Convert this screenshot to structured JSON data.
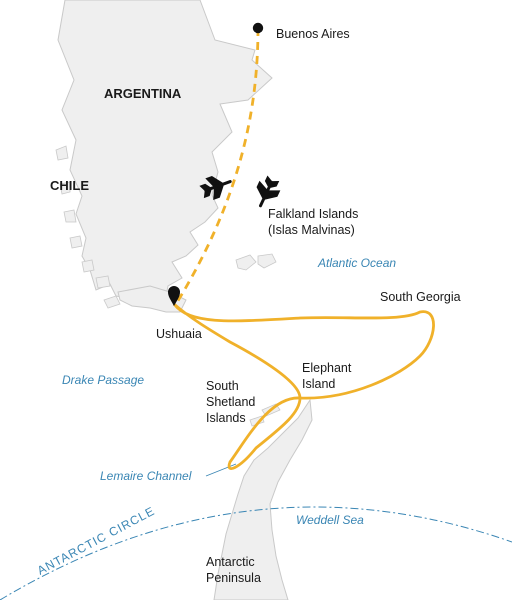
{
  "map": {
    "colors": {
      "land": "#efefef",
      "land_stroke": "#c9c9c9",
      "route": "#f0b12a",
      "water_label": "#3a86b4",
      "marker": "#111111"
    },
    "labels": {
      "buenos_aires": "Buenos Aires",
      "argentina": "ARGENTINA",
      "chile": "CHILE",
      "falkland_line1": "Falkland Islands",
      "falkland_line2": "(Islas Malvinas)",
      "atlantic_ocean": "Atlantic Ocean",
      "south_georgia": "South Georgia",
      "ushuaia": "Ushuaia",
      "elephant_line1": "Elephant",
      "elephant_line2": "Island",
      "drake_passage": "Drake Passage",
      "south_shetland_line1": "South",
      "south_shetland_line2": "Shetland",
      "south_shetland_line3": "Islands",
      "lemaire_channel": "Lemaire Channel",
      "weddell_sea": "Weddell Sea",
      "antarctic_circle": "ANTARCTIC CIRCLE",
      "antarctic_line1": "Antarctic",
      "antarctic_line2": "Peninsula"
    },
    "icons": [
      "location-pin-icon",
      "airplane-icon"
    ]
  }
}
